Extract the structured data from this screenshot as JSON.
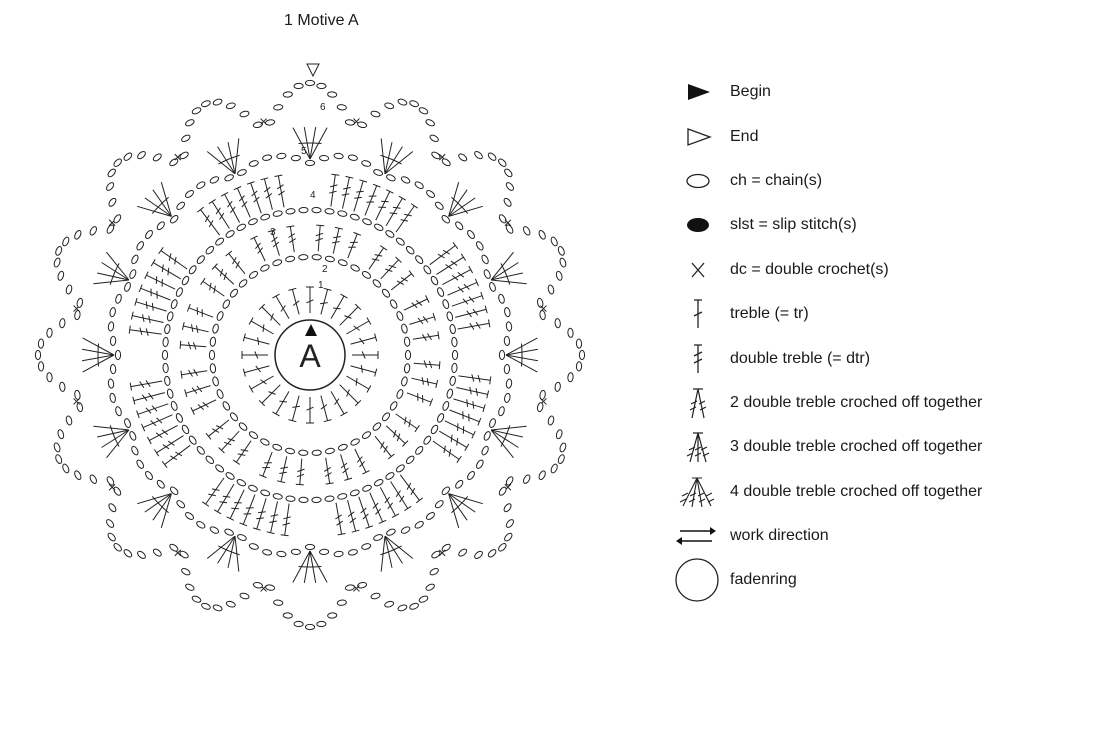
{
  "title": "1 Motive A",
  "center_label": "A",
  "round_numbers": [
    "1",
    "2",
    "3",
    "4",
    "5",
    "6"
  ],
  "legend": [
    {
      "symbol": "begin-triangle",
      "label": "Begin"
    },
    {
      "symbol": "end-triangle",
      "label": "End"
    },
    {
      "symbol": "chain-oval",
      "label": "ch = chain(s)"
    },
    {
      "symbol": "slip-stitch-dot",
      "label": "slst = slip stitch(s)"
    },
    {
      "symbol": "double-crochet-x",
      "label": "dc = double crochet(s)"
    },
    {
      "symbol": "treble-stitch",
      "label": "treble (= tr)"
    },
    {
      "symbol": "double-treble-stitch",
      "label": "double treble (= dtr)"
    },
    {
      "symbol": "two-dtr-together",
      "label": "2 double treble croched off together"
    },
    {
      "symbol": "three-dtr-together",
      "label": "3 double treble croched off together"
    },
    {
      "symbol": "four-dtr-together",
      "label": "4 double treble croched off together"
    },
    {
      "symbol": "work-direction-arrows",
      "label": "work direction"
    },
    {
      "symbol": "magic-ring-circle",
      "label": "fadenring"
    }
  ]
}
